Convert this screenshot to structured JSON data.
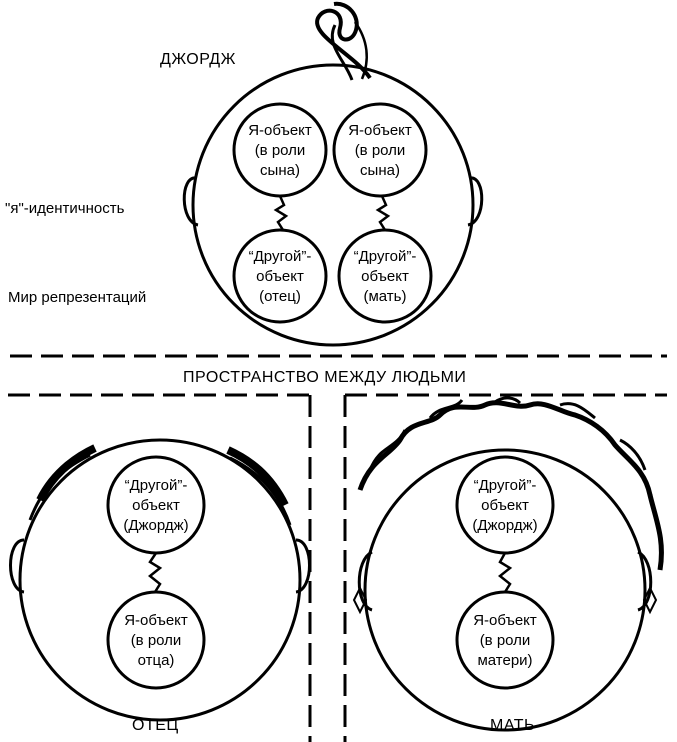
{
  "labels": {
    "george": "ДЖОРДЖ",
    "identity": "\"я\"-идентичность",
    "world": "Мир репрезентаций",
    "space": "ПРОСТРАНСТВО МЕЖДУ ЛЮДЬМИ",
    "father": "ОТЕЦ",
    "mother": "МАТЬ"
  },
  "circles": {
    "george_self_son_1": [
      "Я-объект",
      "(в роли",
      "сына)"
    ],
    "george_self_son_2": [
      "Я-объект",
      "(в роли",
      "сына)"
    ],
    "george_other_father": [
      "“Другой”-",
      "объект",
      "(отец)"
    ],
    "george_other_mother": [
      "“Другой”-",
      "объект",
      "(мать)"
    ],
    "father_other": [
      "“Другой”-",
      "объект",
      "(Джордж)"
    ],
    "father_self": [
      "Я-объект",
      "(в роли",
      "отца)"
    ],
    "mother_other": [
      "“Другой”-",
      "объект",
      "(Джордж)"
    ],
    "mother_self": [
      "Я-объект",
      "(в роли",
      "матери)"
    ]
  }
}
